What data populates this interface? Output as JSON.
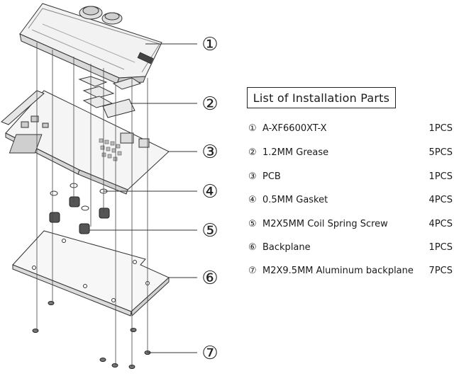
{
  "list_title": "List of Installation Parts",
  "callouts": [
    "①",
    "②",
    "③",
    "④",
    "⑤",
    "⑥",
    "⑦"
  ],
  "parts": [
    {
      "num": "①",
      "name": "A-XF6600XT-X",
      "qty": "1PCS"
    },
    {
      "num": "②",
      "name": "1.2MM Grease",
      "qty": "5PCS"
    },
    {
      "num": "③",
      "name": "PCB",
      "qty": "1PCS"
    },
    {
      "num": "④",
      "name": "0.5MM Gasket",
      "qty": "4PCS"
    },
    {
      "num": "⑤",
      "name": "M2X5MM Coil Spring Screw",
      "qty": "4PCS"
    },
    {
      "num": "⑥",
      "name": "Backplane",
      "qty": "1PCS"
    },
    {
      "num": "⑦",
      "name": "M2X9.5MM Aluminum backplane",
      "qty": "7PCS"
    }
  ]
}
